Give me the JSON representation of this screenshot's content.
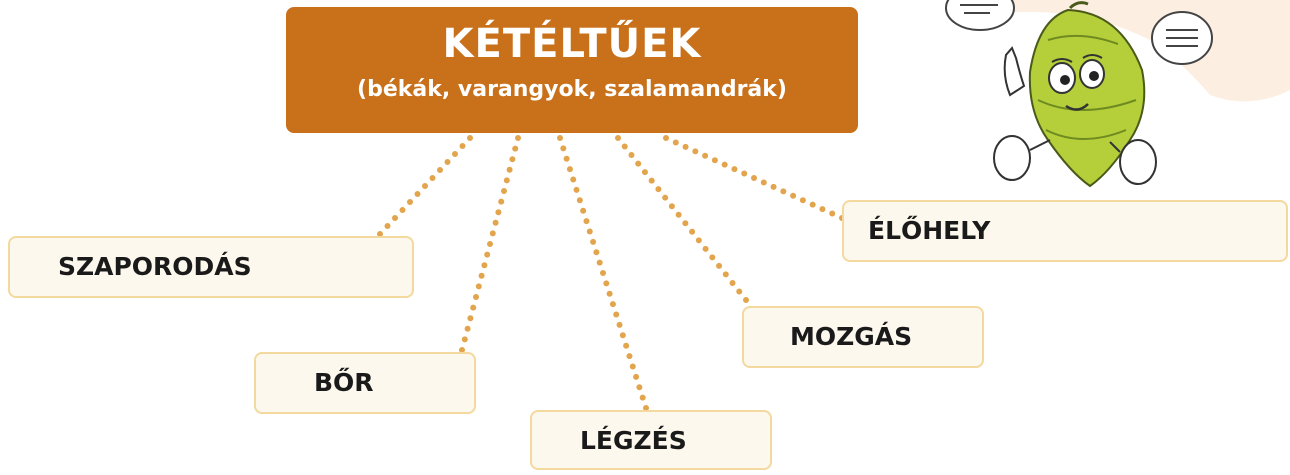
{
  "header": {
    "title": "KÉTÉLTŰEK",
    "subtitle": "(békák, varangyok, szalamandrák)",
    "color": "#c9701a"
  },
  "topics": [
    {
      "id": "szaporodas",
      "label": "SZAPORODÁS"
    },
    {
      "id": "bor",
      "label": "BŐR"
    },
    {
      "id": "legzes",
      "label": "LÉGZÉS"
    },
    {
      "id": "mozgas",
      "label": "MOZGÁS"
    },
    {
      "id": "elohely",
      "label": "ÉLŐHELY"
    }
  ],
  "colors": {
    "box_fill": "#fdf8ee",
    "box_border": "#f3d99e",
    "dots": "#e2a54d"
  },
  "mascot": {
    "icon": "hop-cone-character-icon"
  }
}
